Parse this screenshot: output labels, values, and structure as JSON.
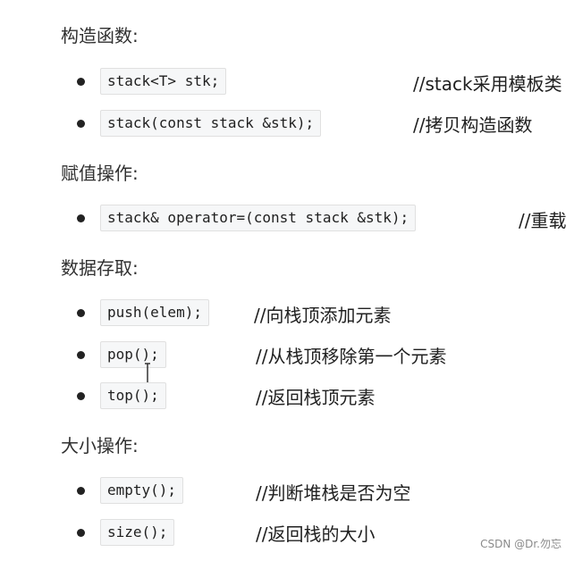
{
  "sections": [
    {
      "heading": "构造函数:",
      "items": [
        {
          "code": "stack<T> stk;",
          "comment": "//stack采用模板类"
        },
        {
          "code": "stack(const stack &stk);",
          "comment": "//拷贝构造函数"
        }
      ]
    },
    {
      "heading": "赋值操作:",
      "items": [
        {
          "code": "stack& operator=(const stack &stk);",
          "comment": "//重载"
        }
      ]
    },
    {
      "heading": "数据存取:",
      "items": [
        {
          "code": "push(elem);",
          "comment": "//向栈顶添加元素"
        },
        {
          "code": "pop();",
          "comment": "//从栈顶移除第一个元素"
        },
        {
          "code": "top();",
          "comment": "//返回栈顶元素"
        }
      ]
    },
    {
      "heading": "大小操作:",
      "items": [
        {
          "code": "empty();",
          "comment": "//判断堆栈是否为空"
        },
        {
          "code": "size();",
          "comment": "//返回栈的大小"
        }
      ]
    }
  ],
  "watermark": "CSDN @Dr.勿忘",
  "icons": {
    "cursor": "text-cursor-icon"
  }
}
